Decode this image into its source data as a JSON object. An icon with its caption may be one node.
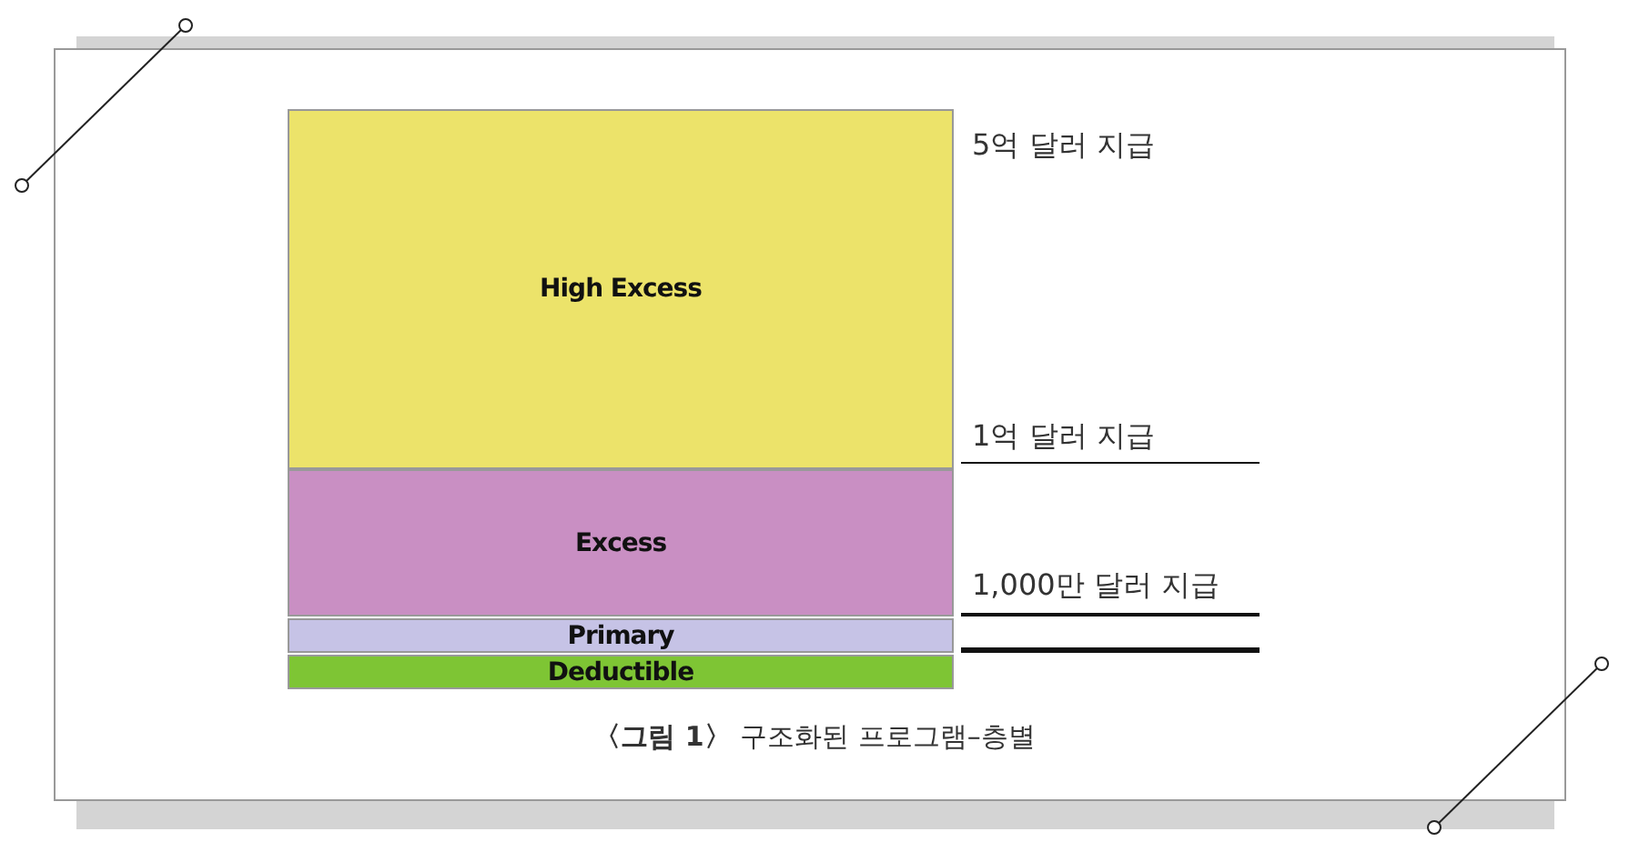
{
  "diagram": {
    "caption": "**〈그림 1〉** 구조화된 프로그램–층별",
    "nodes": [
      {
        "text": [
          "High Excess"
        ]
      },
      {
        "text": [
          "Excess"
        ]
      },
      {
        "text": [
          "Primary"
        ]
      },
      {
        "text": [
          "Deductible"
        ]
      }
    ],
    "labels": [
      "5억 달러 지급",
      "1억 달러 지급",
      "1,000만 달러 지급"
    ]
  }
}
